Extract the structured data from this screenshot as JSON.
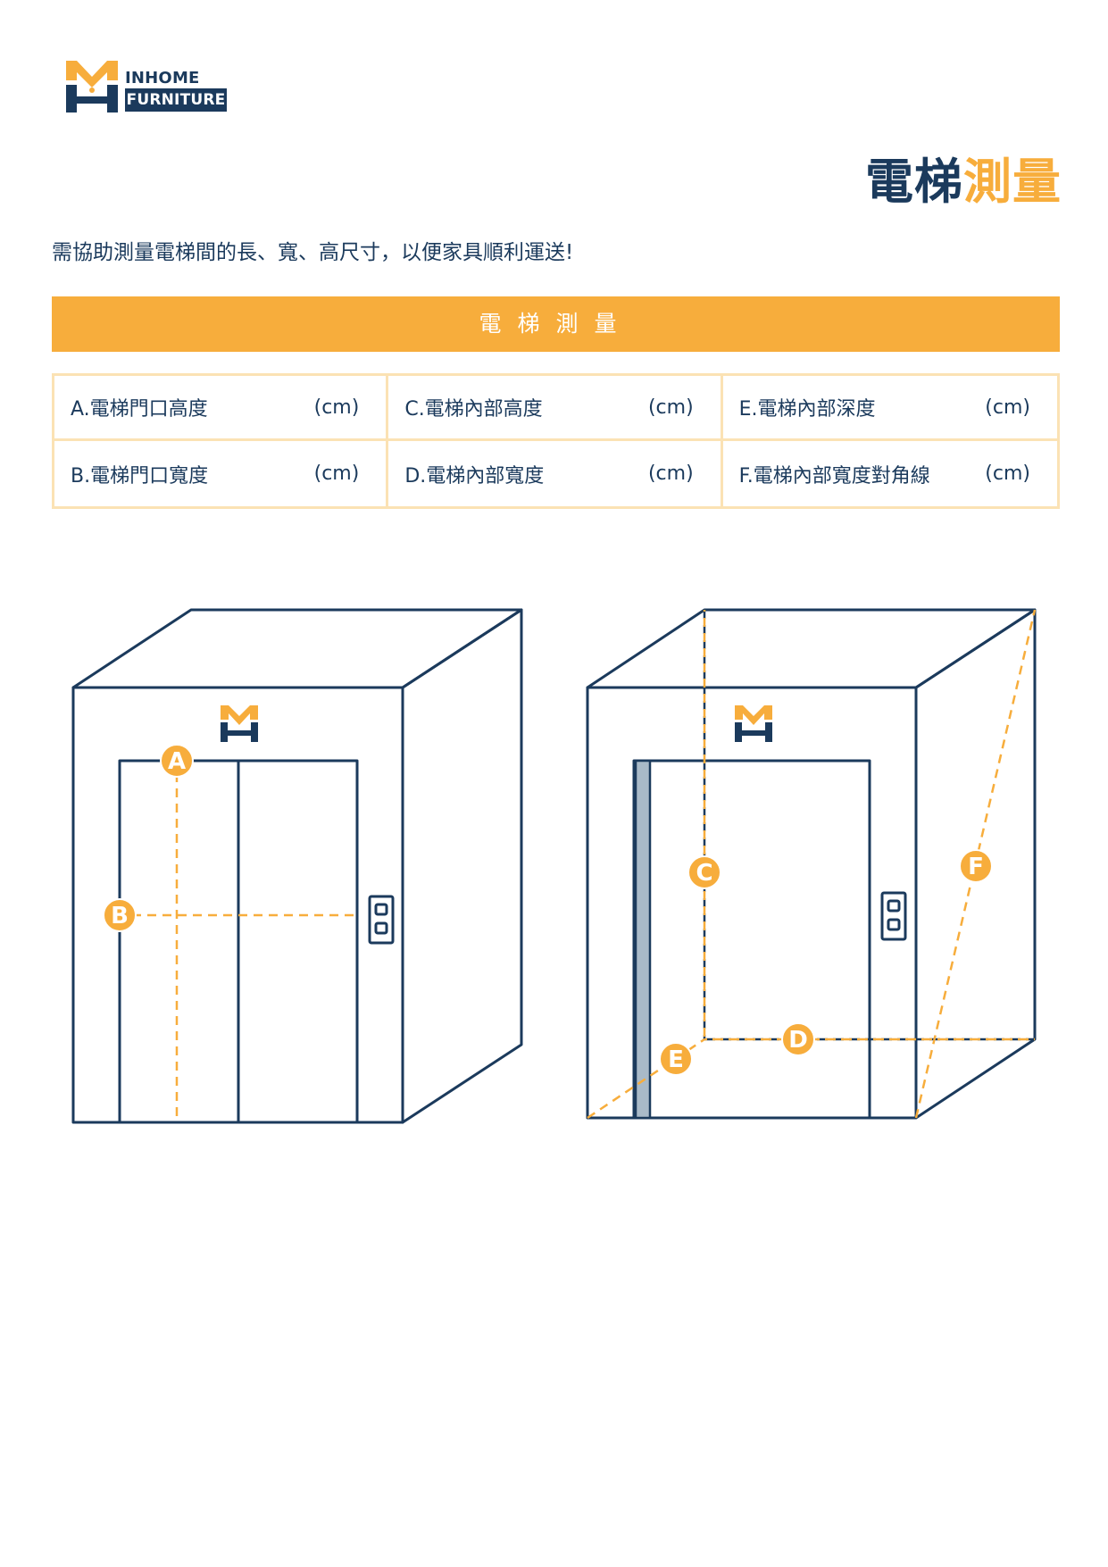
{
  "logo": {
    "brand_in": "IN",
    "brand_home": "HOME",
    "brand_furniture": "FURNITURE"
  },
  "title": {
    "part1": "電梯",
    "part2": "測量"
  },
  "subtitle": "需協助測量電梯間的長、寬、高尺寸，以便家具順利運送!",
  "banner": "電梯測量",
  "measurements": [
    {
      "label": "A.電梯門口高度",
      "unit": "(cm)"
    },
    {
      "label": "C.電梯內部高度",
      "unit": "(cm)"
    },
    {
      "label": "E.電梯內部深度",
      "unit": "(cm)"
    },
    {
      "label": "B.電梯門口寬度",
      "unit": "(cm)"
    },
    {
      "label": "D.電梯內部寬度",
      "unit": "(cm)"
    },
    {
      "label": "F.電梯內部寬度對角線",
      "unit": "(cm)"
    }
  ],
  "markers": {
    "a": "A",
    "b": "B",
    "c": "C",
    "d": "D",
    "e": "E",
    "f": "F"
  },
  "colors": {
    "navy": "#1b3a5c",
    "orange": "#f7ad3c",
    "table_border": "#fbe2b4",
    "wall_panel": "#a9bac8"
  }
}
